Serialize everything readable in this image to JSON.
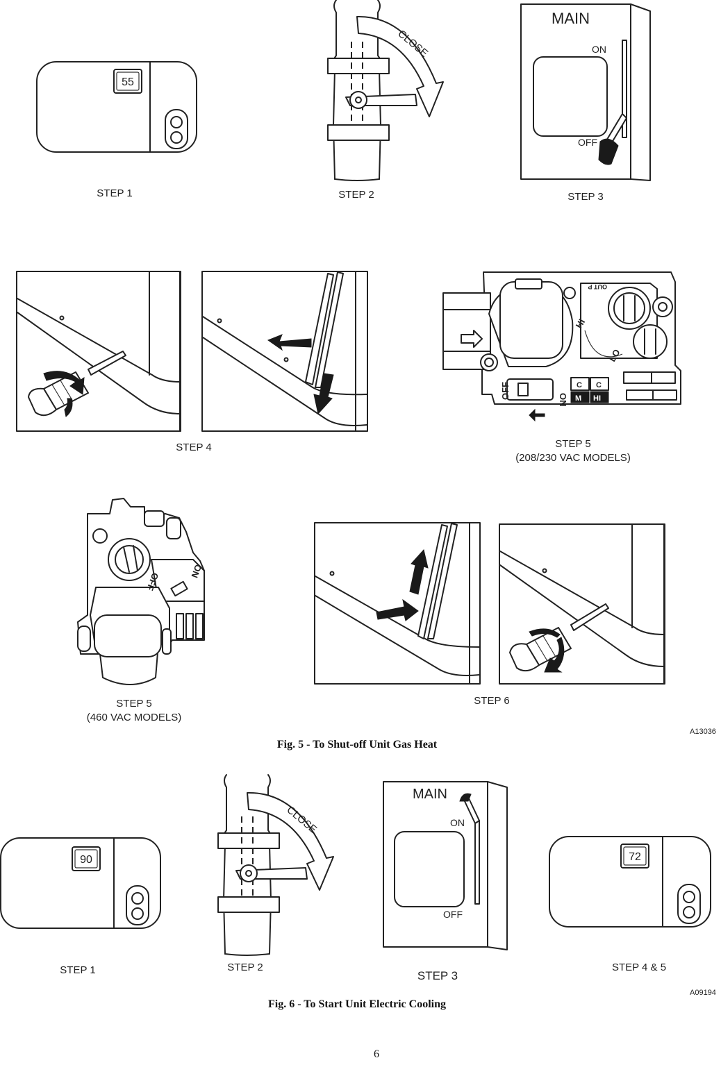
{
  "fig5": {
    "caption": "Fig. 5 - To Shut-off Unit Gas Heat",
    "code": "A13036",
    "step1": {
      "label": "STEP 1",
      "thermostat_reading": "55"
    },
    "step2": {
      "label": "STEP 2",
      "valve_text": "CLOSE"
    },
    "step3": {
      "label": "STEP 3",
      "panel_title": "MAIN",
      "on_label": "ON",
      "off_label": "OFF"
    },
    "step4": {
      "label": "STEP 4"
    },
    "step5a": {
      "label": "STEP 5",
      "sublabel": "(208/230 VAC MODELS)",
      "valve_marks": {
        "hi": "HI",
        "lo": "LO",
        "on": "ON",
        "off": "OFF",
        "c1": "C",
        "c2": "C",
        "m": "M",
        "hi_term": "HI",
        "out": "OUT P"
      }
    },
    "step5b": {
      "label": "STEP 5",
      "sublabel": "(460 VAC MODELS)",
      "valve_marks": {
        "on": "ON",
        "off": "OFF"
      }
    },
    "step6": {
      "label": "STEP 6"
    }
  },
  "fig6": {
    "caption": "Fig. 6 - To Start Unit Electric Cooling",
    "code": "A09194",
    "step1": {
      "label": "STEP 1",
      "thermostat_reading": "90"
    },
    "step2": {
      "label": "STEP 2",
      "valve_text": "CLOSE"
    },
    "step3": {
      "label": "STEP 3",
      "panel_title": "MAIN",
      "on_label": "ON",
      "off_label": "OFF"
    },
    "step45": {
      "label": "STEP 4 & 5",
      "thermostat_reading": "72"
    }
  },
  "page": {
    "number": "6"
  }
}
